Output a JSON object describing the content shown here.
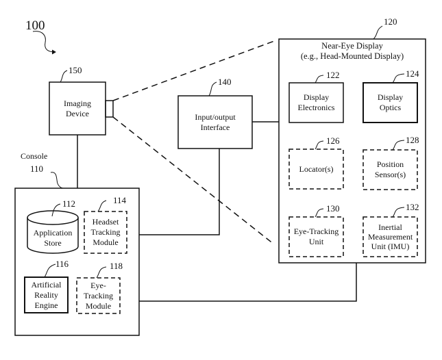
{
  "figure": {
    "ref": "100"
  },
  "imaging_device": {
    "ref": "150",
    "label_line1": "Imaging",
    "label_line2": "Device"
  },
  "io_interface": {
    "ref": "140",
    "label_line1": "Input/output",
    "label_line2": "Interface"
  },
  "console": {
    "title": "Console",
    "ref": "110",
    "application_store": {
      "ref": "112",
      "label_line1": "Application",
      "label_line2": "Store"
    },
    "headset_tracking": {
      "ref": "114",
      "label_line1": "Headset",
      "label_line2": "Tracking",
      "label_line3": "Module"
    },
    "ar_engine": {
      "ref": "116",
      "label_line1": "Artificial",
      "label_line2": "Reality",
      "label_line3": "Engine"
    },
    "eye_tracking_module": {
      "ref": "118",
      "label_line1": "Eye-",
      "label_line2": "Tracking",
      "label_line3": "Module"
    }
  },
  "ned": {
    "ref": "120",
    "title_line1": "Near-Eye Display",
    "title_line2": "(e.g., Head-Mounted Display)",
    "display_electronics": {
      "ref": "122",
      "label_line1": "Display",
      "label_line2": "Electronics"
    },
    "display_optics": {
      "ref": "124",
      "label_line1": "Display",
      "label_line2": "Optics"
    },
    "locators": {
      "ref": "126",
      "label": "Locator(s)"
    },
    "position_sensors": {
      "ref": "128",
      "label_line1": "Position",
      "label_line2": "Sensor(s)"
    },
    "eye_tracking_unit": {
      "ref": "130",
      "label_line1": "Eye-Tracking",
      "label_line2": "Unit"
    },
    "imu": {
      "ref": "132",
      "label_line1": "Inertial",
      "label_line2": "Measurement",
      "label_line3": "Unit (IMU)"
    }
  }
}
